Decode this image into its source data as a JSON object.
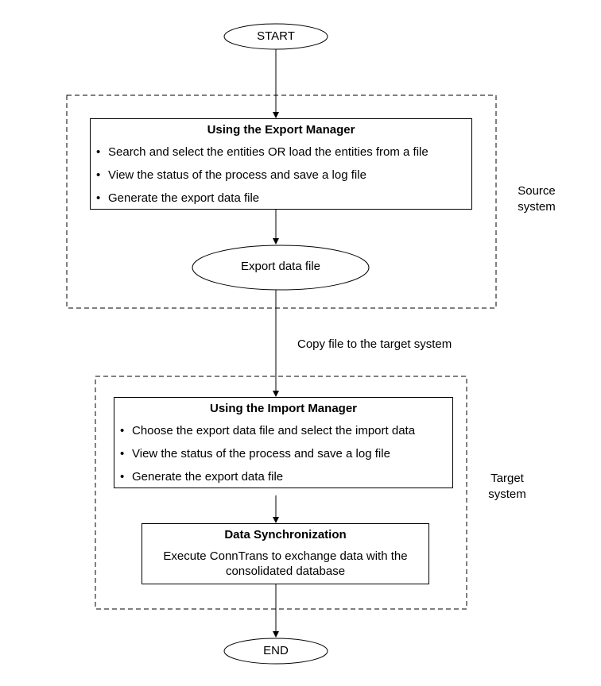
{
  "start": {
    "label": "START"
  },
  "end": {
    "label": "END"
  },
  "source_section": {
    "label_line1": "Source",
    "label_line2": "system",
    "export_manager": {
      "title": "Using the Export Manager",
      "items": [
        "Search and select the entities OR load the entities from a file",
        "View the status of the process and save a log file",
        "Generate the export data file"
      ]
    },
    "export_file": {
      "label": "Export data file"
    }
  },
  "copy_label": "Copy file to the target system",
  "target_section": {
    "label_line1": "Target",
    "label_line2": "system",
    "import_manager": {
      "title": "Using the Import Manager",
      "items": [
        "Choose the export data file and select the import data",
        "View the status of the process and save a log file",
        "Generate the export data file"
      ]
    },
    "data_sync": {
      "title": "Data Synchronization",
      "text_line1": "Execute ConnTrans to exchange data with the",
      "text_line2": "consolidated database"
    }
  }
}
